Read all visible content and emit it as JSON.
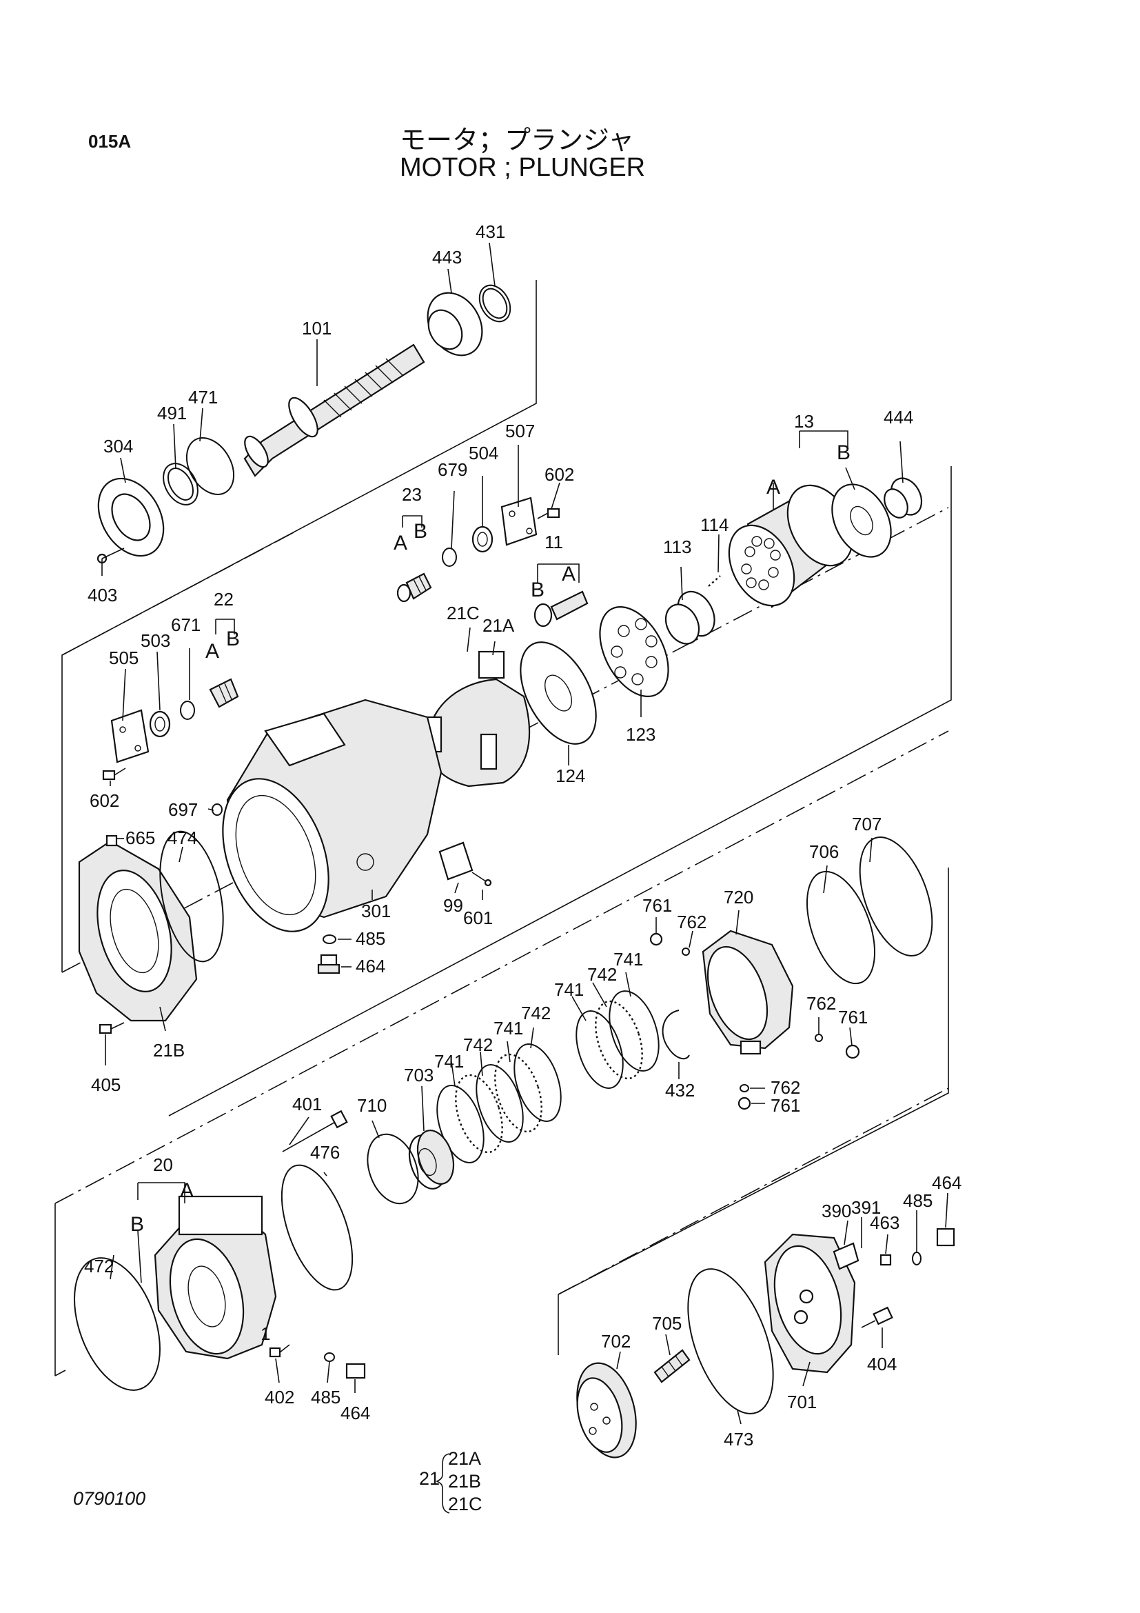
{
  "header": {
    "section_code": "015A",
    "title_jp": "モータ；プランジャ",
    "title_en": "MOTOR ; PLUNGER"
  },
  "footer": {
    "doc_number": "0790100"
  },
  "callouts": {
    "p431": "431",
    "p443": "443",
    "p101": "101",
    "p471": "471",
    "p491": "491",
    "p304": "304",
    "p403": "403",
    "p13": "13",
    "p444": "444",
    "p13a": "A",
    "p13b": "B",
    "p507": "507",
    "p504": "504",
    "p602a": "602",
    "p679": "679",
    "p23": "23",
    "p23a": "A",
    "p23b": "B",
    "p11": "11",
    "p11a": "A",
    "p11b": "B",
    "p114": "114",
    "p113": "113",
    "p123": "123",
    "p124": "124",
    "p21c": "21C",
    "p21a": "21A",
    "p22": "22",
    "p22a": "A",
    "p22b": "B",
    "p505": "505",
    "p503": "503",
    "p671": "671",
    "p602b": "602",
    "p697": "697",
    "p665": "665",
    "p474": "474",
    "p301": "301",
    "p99": "99",
    "p601": "601",
    "p485a": "485",
    "p464a": "464",
    "p405": "405",
    "p21b": "21B",
    "p707": "707",
    "p706": "706",
    "p720": "720",
    "p761a": "761",
    "p762a": "762",
    "p741a": "741",
    "p742a": "742",
    "p741b": "741",
    "p762b": "762",
    "p761b": "761",
    "p432": "432",
    "p762c": "762",
    "p761c": "761",
    "p742b": "742",
    "p741c": "741",
    "p742c": "742",
    "p741d": "741",
    "p703": "703",
    "p401": "401",
    "p710": "710",
    "p476": "476",
    "p20": "20",
    "p20a": "A",
    "p20b": "B",
    "p472": "472",
    "p1": "1",
    "p402": "402",
    "p485b": "485",
    "p464b": "464",
    "p391": "391",
    "p390": "390",
    "p463": "463",
    "p485c": "485",
    "p464c": "464",
    "p705": "705",
    "p702": "702",
    "p404": "404",
    "p701": "701",
    "p473": "473"
  },
  "group_legend": {
    "parent": "21",
    "children": [
      "21A",
      "21B",
      "21C"
    ]
  }
}
